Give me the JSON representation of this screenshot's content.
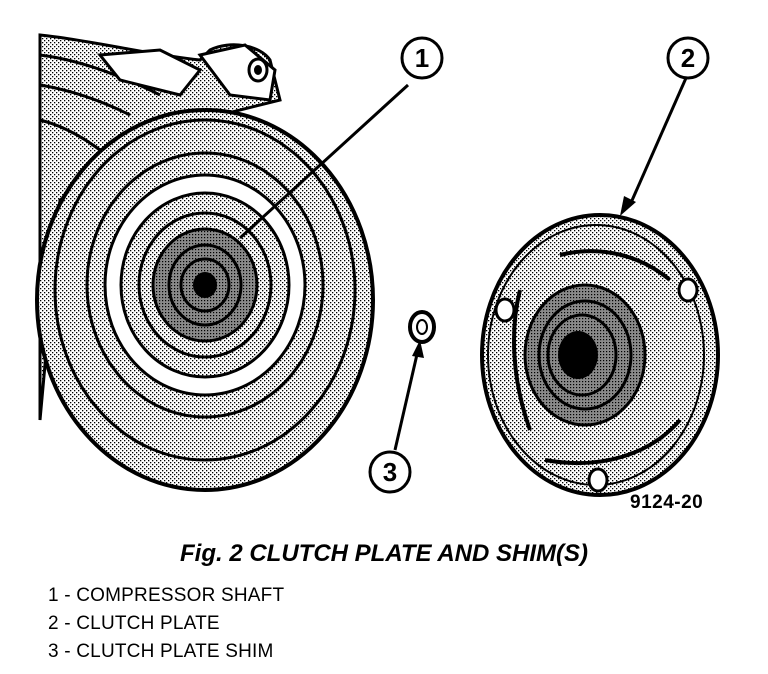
{
  "callouts": [
    {
      "number": "1"
    },
    {
      "number": "2"
    },
    {
      "number": "3"
    }
  ],
  "figure_id": "9124-20",
  "caption": "Fig. 2 CLUTCH PLATE AND SHIM(S)",
  "legend": [
    "1 - COMPRESSOR SHAFT",
    "2 - CLUTCH PLATE",
    "3 - CLUTCH PLATE SHIM"
  ]
}
